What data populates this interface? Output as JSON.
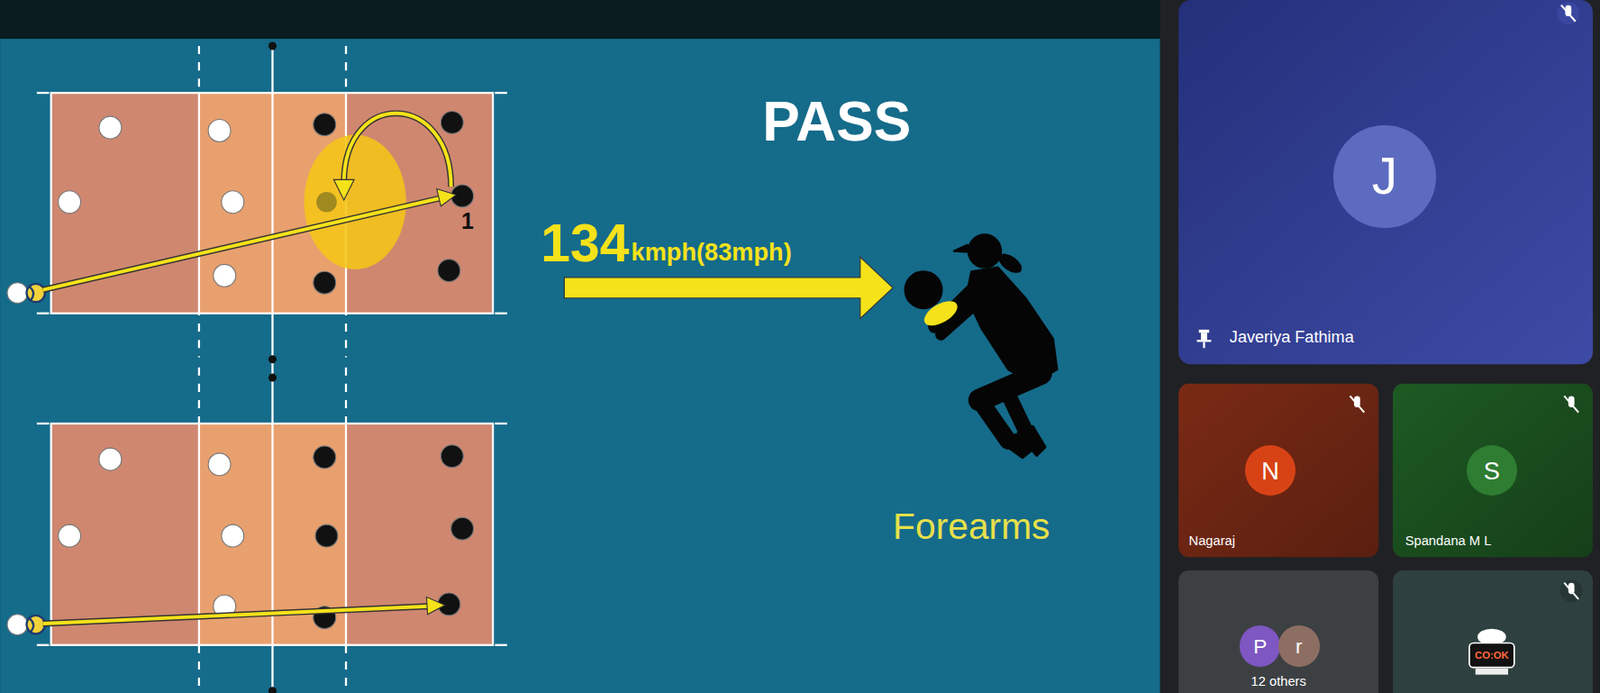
{
  "diagram": {
    "nodes": [
      {
        "text": [
          "Javeriya Fathima"
        ]
      },
      {
        "text": [
          "J"
        ],
        "in": 0
      },
      {
        "text": [
          "Nagaraj"
        ]
      },
      {
        "text": [
          "N"
        ],
        "in": 2
      },
      {
        "text": [
          "Spandana M L"
        ]
      },
      {
        "text": [
          "S"
        ],
        "in": 4
      },
      {
        "text": [
          "12 others"
        ]
      },
      {
        "text": [
          "P"
        ],
        "in": 6
      },
      {
        "text": [
          "r"
        ],
        "in": 6
      }
    ],
    "labels": [
      "1",
      "PASS",
      "134",
      "kmph(83mph)",
      "Forearms",
      "CO:OK"
    ]
  }
}
